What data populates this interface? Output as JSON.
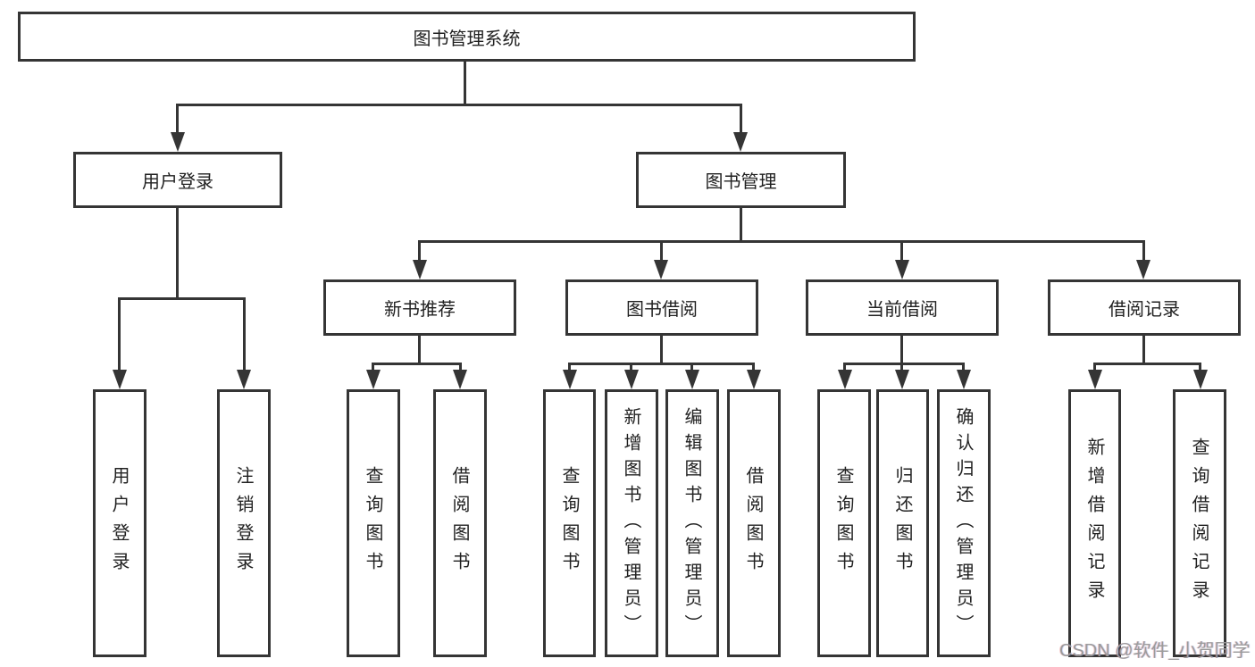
{
  "diagram": {
    "type": "hierarchy-diagram",
    "title": "图书管理系统",
    "watermark": "CSDN @软件_小贺同学",
    "colors": {
      "line": "#353535",
      "box_border": "#353535",
      "text": "#212121",
      "background": "#ffffff",
      "watermark": "#9b9b9b"
    },
    "nodes": {
      "root": "图书管理系统",
      "user_login": "用户登录",
      "book_mgmt": "图书管理",
      "new_book_rec": "新书推荐",
      "book_borrow": "图书借阅",
      "current_borrow": "当前借阅",
      "borrow_records": "借阅记录",
      "leaf_user_login": "用户登录",
      "leaf_logout": "注销登录",
      "leaf_query_books_a": "查询图书",
      "leaf_borrow_books_a": "借阅图书",
      "leaf_query_books_b": "查询图书",
      "leaf_add_book": "新增图书（管理员）",
      "leaf_edit_book": "编辑图书（管理员）",
      "leaf_borrow_books_b": "借阅图书",
      "leaf_query_books_c": "查询图书",
      "leaf_return_book": "归还图书",
      "leaf_confirm_return": "确认归还（管理员）",
      "leaf_add_record": "新增借阅记录",
      "leaf_query_record": "查询借阅记录"
    },
    "hierarchy": {
      "图书管理系统": {
        "用户登录": [
          "用户登录",
          "注销登录"
        ],
        "图书管理": {
          "新书推荐": [
            "查询图书",
            "借阅图书"
          ],
          "图书借阅": [
            "查询图书",
            "新增图书（管理员）",
            "编辑图书（管理员）",
            "借阅图书"
          ],
          "当前借阅": [
            "查询图书",
            "归还图书",
            "确认归还（管理员）"
          ],
          "借阅记录": [
            "新增借阅记录",
            "查询借阅记录"
          ]
        }
      }
    }
  }
}
